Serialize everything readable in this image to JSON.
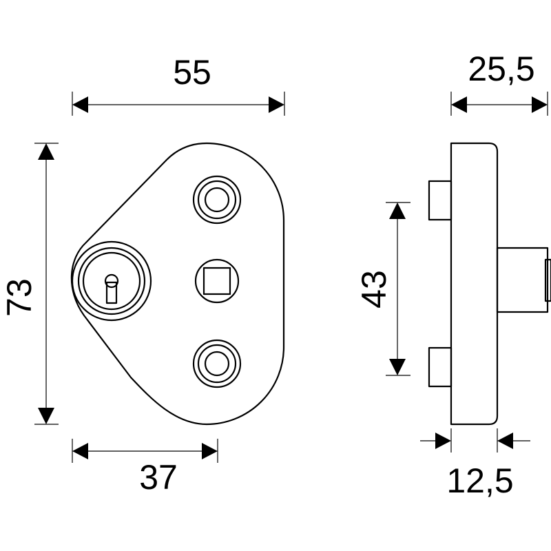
{
  "dimensions": {
    "width_front": "55",
    "height_front": "73",
    "key_offset": "37",
    "depth_total": "25,5",
    "hole_spacing": "43",
    "plate_thickness": "12,5"
  }
}
